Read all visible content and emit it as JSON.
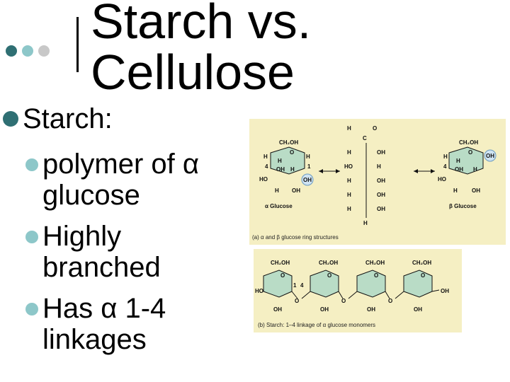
{
  "colors": {
    "dot_dark": "#2f6f73",
    "dot_mid": "#8dc7c9",
    "dot_light": "#c8c8c8",
    "panel_bg": "#f5efc3",
    "ring_fill": "#b9dcc6",
    "oh_fill": "#cfe3f2"
  },
  "title": {
    "line1": "Starch vs.",
    "line2": "Cellulose"
  },
  "heading": "Starch:",
  "bullets": [
    {
      "line1": " polymer of α",
      "line2": "glucose"
    },
    {
      "line1": "Highly",
      "line2": "branched"
    },
    {
      "line1": "Has α 1-4",
      "line2": "linkages"
    }
  ],
  "figure_a": {
    "alpha_label": "α Glucose",
    "beta_label": "β Glucose",
    "caption": "(a) α and β glucose ring structures",
    "ch2oh": "CH₂OH",
    "h": "H",
    "o": "O",
    "oh": "OH",
    "ho": "HO",
    "c": "C",
    "n1": "1",
    "n4": "4"
  },
  "figure_b": {
    "caption": "(b) Starch: 1–4 linkage of α glucose monomers",
    "ch2oh": "CH₂OH",
    "o": "O",
    "oh": "OH",
    "ho": "HO",
    "n1": "1",
    "n4": "4"
  }
}
